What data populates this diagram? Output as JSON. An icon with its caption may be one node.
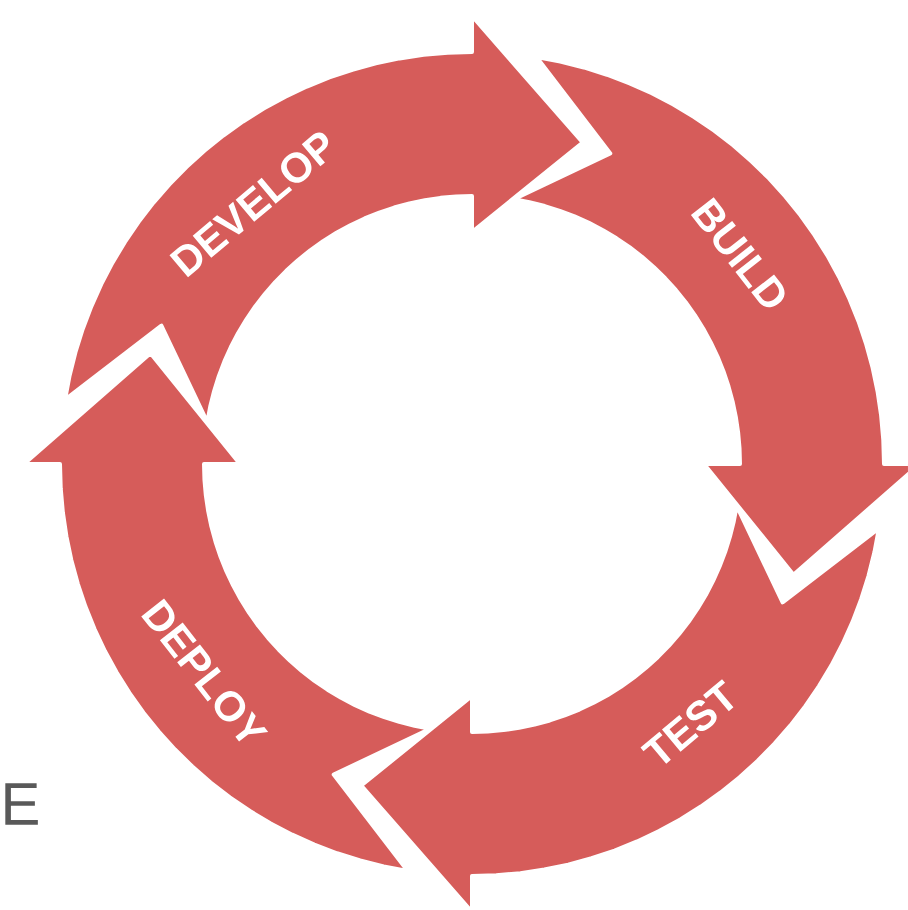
{
  "diagram": {
    "nodes": [
      {
        "text": [
          "DEVELOP"
        ]
      },
      {
        "text": [
          "BUILD"
        ]
      },
      {
        "text": [
          "TEST"
        ]
      },
      {
        "text": [
          "DEPLOY"
        ]
      }
    ],
    "labels": [
      "E"
    ]
  }
}
